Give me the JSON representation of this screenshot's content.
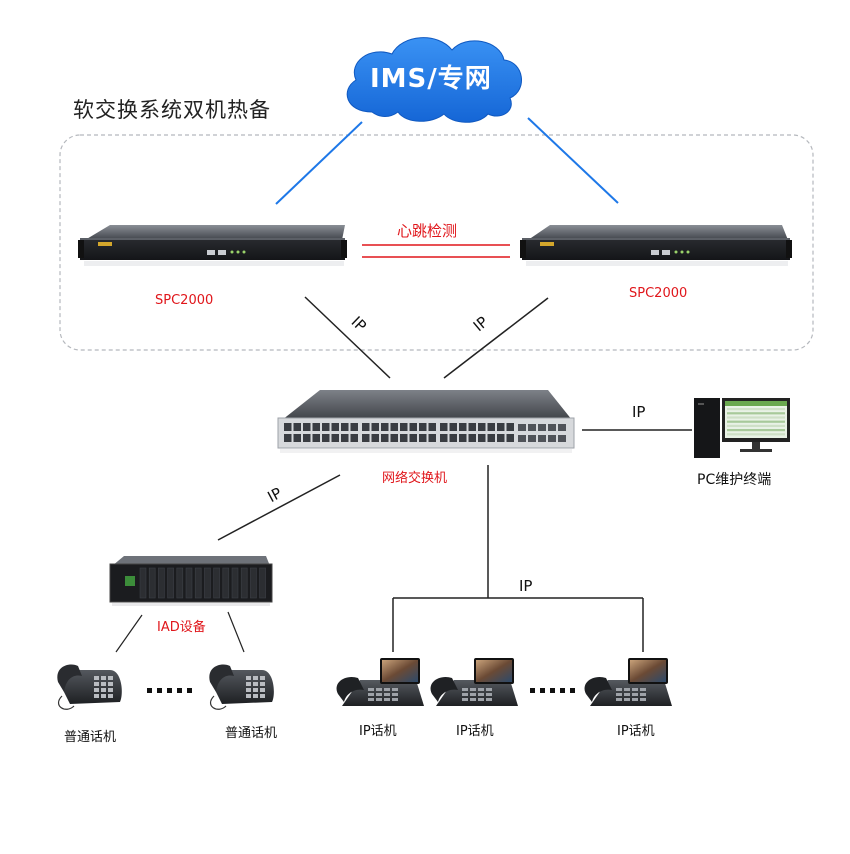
{
  "title": "软交换系统双机热备",
  "cloud": {
    "label": "IMS/专网",
    "color": "#1e78e8"
  },
  "heartbeat": {
    "label": "心跳检测",
    "color": "#e0161b"
  },
  "servers": [
    {
      "label": "SPC2000"
    },
    {
      "label": "SPC2000"
    }
  ],
  "links": {
    "ip_label": "IP"
  },
  "switch": {
    "label": "网络交换机"
  },
  "pc": {
    "label": "PC维护终端"
  },
  "iad": {
    "label": "IAD设备"
  },
  "phones": {
    "analog": [
      {
        "label": "普通话机"
      },
      {
        "label": "普通话机"
      }
    ],
    "ip": [
      {
        "label": "IP话机"
      },
      {
        "label": "IP话机"
      },
      {
        "label": "IP话机"
      }
    ]
  },
  "colors": {
    "accent_red": "#e0161b",
    "link_blue": "#1e78e8"
  }
}
